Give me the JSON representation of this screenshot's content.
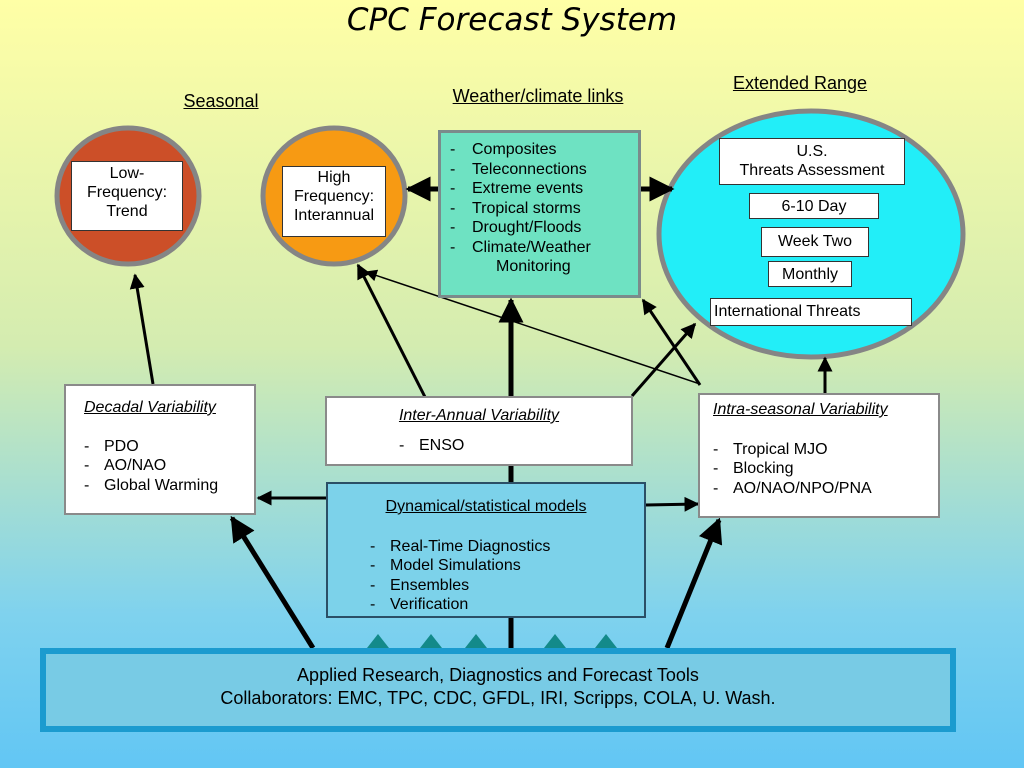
{
  "title": "CPC Forecast System",
  "headings": {
    "seasonal": "Seasonal",
    "weather_links": "Weather/climate links",
    "extended_range": "Extended Range"
  },
  "circles": {
    "low": "Low-\nFrequency:\nTrend",
    "high": "High\nFrequency:\nInterannual"
  },
  "links": {
    "items": [
      "Composites",
      "Teleconnections",
      "Extreme events",
      "Tropical storms",
      "Drought/Floods",
      "Climate/Weather"
    ],
    "continuation": "Monitoring"
  },
  "extended": {
    "us_threats": "U.S.\nThreats Assessment",
    "six_ten": "6-10 Day",
    "week_two": "Week Two",
    "monthly": "Monthly",
    "international": "International Threats"
  },
  "decadal": {
    "title": "Decadal Variability",
    "items": [
      "PDO",
      "AO/NAO",
      "Global Warming"
    ]
  },
  "interannual": {
    "title": "Inter-Annual Variability",
    "items": [
      "ENSO"
    ]
  },
  "intraseasonal": {
    "title": "Intra-seasonal Variability",
    "items": [
      "Tropical MJO",
      "Blocking",
      "AO/NAO/NPO/PNA"
    ]
  },
  "models": {
    "title": "Dynamical/statistical models",
    "items": [
      "Real-Time Diagnostics",
      "Model Simulations",
      "Ensembles",
      "Verification"
    ]
  },
  "bottom": {
    "line1": "Applied Research, Diagnostics and Forecast Tools",
    "line2": "Collaborators: EMC, TPC, CDC, GFDL, IRI, Scripps, COLA, U. Wash."
  },
  "colors": {
    "low_circle": "#cc4f28",
    "high_circle": "#f79a13",
    "extended_circle": "#22eef8",
    "links_box": "#6ee2c2",
    "models_box": "#7cd2ea",
    "bottom_border": "#1b9bcf"
  }
}
